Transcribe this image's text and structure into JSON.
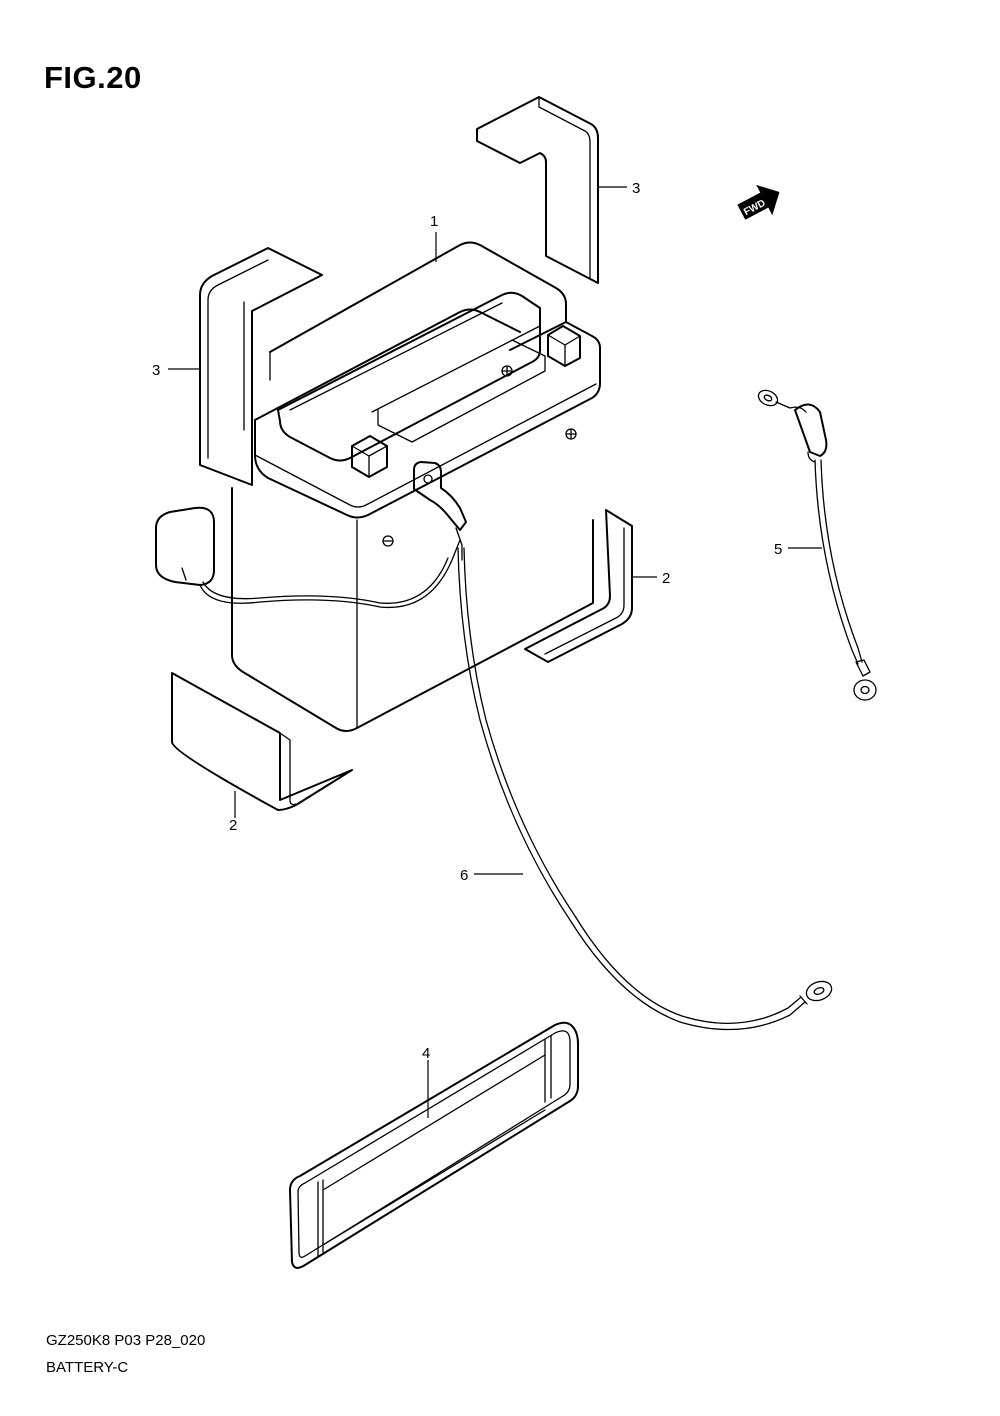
{
  "figure": {
    "title": "FIG.20",
    "code": "GZ250K8 P03 P28_020",
    "name": "BATTERY-C"
  },
  "fwd_arrow": {
    "label": "FWD"
  },
  "callouts": [
    {
      "id": "1",
      "part": "battery"
    },
    {
      "id": "3",
      "part": "battery-cover-right"
    },
    {
      "id": "3",
      "part": "battery-cover-left"
    },
    {
      "id": "2",
      "part": "battery-holder-right"
    },
    {
      "id": "2",
      "part": "battery-holder-bottom"
    },
    {
      "id": "5",
      "part": "lead-wire-short"
    },
    {
      "id": "6",
      "part": "lead-wire-long"
    },
    {
      "id": "4",
      "part": "battery-band"
    }
  ]
}
